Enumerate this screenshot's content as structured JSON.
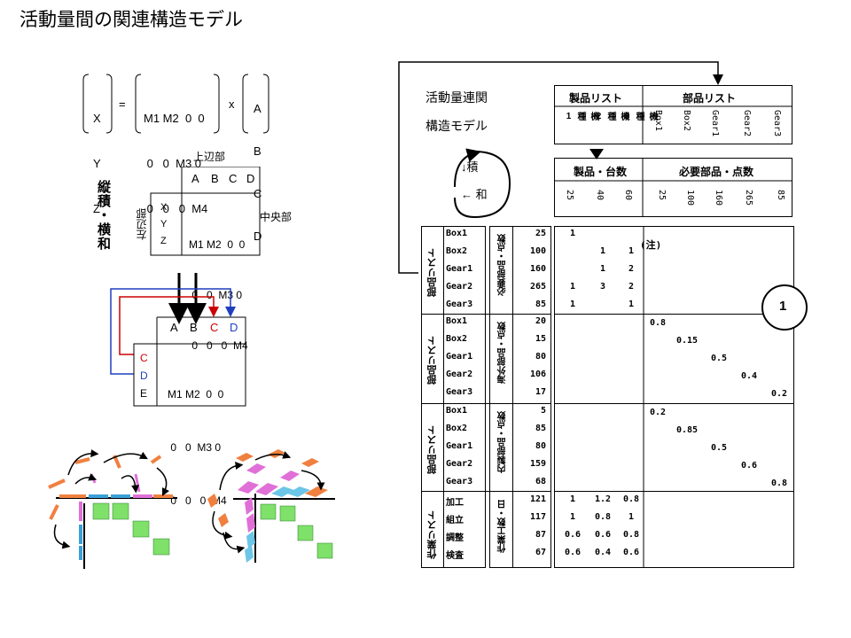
{
  "title": "活動量間の関連構造モデル",
  "equation": {
    "lhs": [
      "X",
      "Y",
      "Z"
    ],
    "equals": "=",
    "matrix": [
      "M1 M2  0  0",
      " 0   0  M3 0",
      " 0   0   0  M4"
    ],
    "times": "x",
    "rhs": [
      "A",
      "B",
      "C",
      "D"
    ]
  },
  "grid1": {
    "top_label": "上辺部",
    "cols": [
      "A",
      "B",
      "C",
      "D"
    ],
    "rows": [
      "X",
      "Y",
      "Z"
    ],
    "cells": [
      "M1 M2  0  0",
      " 0   0  M3 0",
      " 0   0   0  M4"
    ],
    "left_label": "左辺部",
    "center_label": "中央部",
    "side_label": "縦積・横和"
  },
  "grid2": {
    "cols": [
      "A",
      "B",
      "C",
      "D"
    ],
    "rows": [
      "C",
      "D",
      "E"
    ],
    "cells": [
      "M1 M2  0  0",
      " 0   0  M3 0",
      " 0   0   0  M4"
    ],
    "colors": {
      "red": "#cc0000",
      "blue": "#1f3fbf"
    }
  },
  "model": {
    "label1": "活動量連関",
    "label2": "構造モデル",
    "down_product": "↓積",
    "left_sum": "← 和",
    "header_product_list": "製品リスト",
    "header_parts_list": "部品リスト",
    "product_models": [
      "機種1",
      "機種2",
      "機種3"
    ],
    "part_names": [
      "Box1",
      "Box2",
      "Gear1",
      "Gear2",
      "Gear3"
    ],
    "header_product_count": "製品・台数",
    "header_parts_count": "必要部品・点数",
    "product_counts": [
      "25",
      "40",
      "60"
    ],
    "parts_counts": [
      "25",
      "100",
      "160",
      "265",
      "85"
    ],
    "note": "(注)",
    "circle_label": "1",
    "blocks": [
      {
        "left_label": "部品リスト",
        "measure_label": "必要部品・点数",
        "rows": [
          "Box1",
          "Box2",
          "Gear1",
          "Gear2",
          "Gear3"
        ],
        "values": [
          "25",
          "100",
          "160",
          "265",
          "85"
        ],
        "matrix": [
          [
            "1",
            "",
            ""
          ],
          [
            "",
            "1",
            "1"
          ],
          [
            "",
            "1",
            "2"
          ],
          [
            "1",
            "3",
            "2"
          ],
          [
            "1",
            "",
            "1"
          ]
        ],
        "diag": []
      },
      {
        "left_label": "部品リスト",
        "measure_label": "海外部品・点数",
        "rows": [
          "Box1",
          "Box2",
          "Gear1",
          "Gear2",
          "Gear3"
        ],
        "values": [
          "20",
          "15",
          "80",
          "106",
          "17"
        ],
        "matrix": [],
        "diag": [
          "0.8",
          "0.15",
          "0.5",
          "0.4",
          "0.2"
        ]
      },
      {
        "left_label": "部品リスト",
        "measure_label": "内製部品・点数",
        "rows": [
          "Box1",
          "Box2",
          "Gear1",
          "Gear2",
          "Gear3"
        ],
        "values": [
          "5",
          "85",
          "80",
          "159",
          "68"
        ],
        "matrix": [],
        "diag": [
          "0.2",
          "0.85",
          "0.5",
          "0.6",
          "0.8"
        ]
      },
      {
        "left_label": "作業リスト",
        "measure_label": "作業工数・日",
        "rows": [
          "加工",
          "組立",
          "調整",
          "検査"
        ],
        "values": [
          "121",
          "117",
          "87",
          "67"
        ],
        "matrix": [
          [
            "1",
            "1.2",
            "0.8"
          ],
          [
            "1",
            "0.8",
            "1"
          ],
          [
            "0.6",
            "0.6",
            "0.8"
          ],
          [
            "0.6",
            "0.4",
            "0.6"
          ]
        ],
        "diag": []
      }
    ]
  }
}
